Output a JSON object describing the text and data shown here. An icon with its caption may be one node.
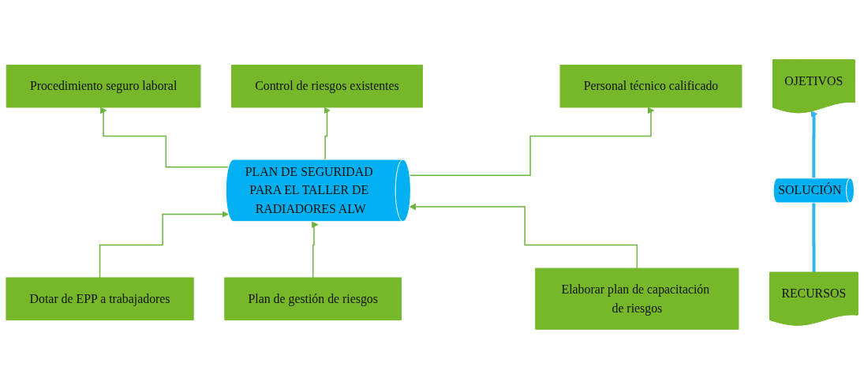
{
  "diagram": {
    "nodes": [
      {
        "text": [
          "Procedimiento seguro laboral"
        ]
      },
      {
        "text": [
          "Control de riesgos existentes"
        ]
      },
      {
        "text": [
          "Personal técnico calificado"
        ]
      },
      {
        "text": [
          "OJETIVOS"
        ]
      },
      {
        "text": [
          "PLAN DE SEGURIDAD PARA EL TALLER DE RADIADORES ALW"
        ]
      },
      {
        "text": [
          "SOLUCIÓN"
        ]
      },
      {
        "text": [
          "Dotar de EPP a trabajadores"
        ]
      },
      {
        "text": [
          "Plan de gestión de riesgos"
        ]
      },
      {
        "text": [
          "Elaborar plan de capacitación de riesgos"
        ]
      },
      {
        "text": [
          "RECURSOS"
        ]
      }
    ],
    "edges": [
      {
        "from": 4,
        "to": 0,
        "arrow": "to"
      },
      {
        "from": 4,
        "to": 1,
        "arrow": "to"
      },
      {
        "from": 4,
        "to": 2,
        "arrow": "to"
      },
      {
        "from": 6,
        "to": 4,
        "arrow": "to"
      },
      {
        "from": 7,
        "to": 4,
        "arrow": "to"
      },
      {
        "from": 8,
        "to": 4,
        "arrow": "to"
      },
      {
        "from": 5,
        "to": 3,
        "arrow": "to",
        "style": "thick",
        "color": "#33b5e5"
      },
      {
        "from": 9,
        "to": 5,
        "arrow": "none",
        "style": "thick",
        "color": "#33b5e5"
      }
    ]
  }
}
